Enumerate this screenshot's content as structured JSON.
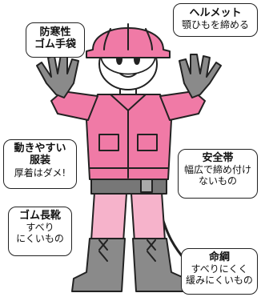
{
  "labels": {
    "gloves": {
      "line1": "防寒性",
      "line2": "ゴム手袋"
    },
    "helmet": {
      "title": "ヘルメット",
      "note": "顎ひもを締める"
    },
    "clothing": {
      "title1": "動きやすい",
      "title2": "服装",
      "note": "厚着はダメ!"
    },
    "belt": {
      "title": "安全帯",
      "note1": "幅広で締め付け",
      "note2": "ないもの"
    },
    "boots": {
      "title": "ゴム長靴",
      "note1": "すべり",
      "note2": "にくいもの"
    },
    "rope": {
      "title": "命綱",
      "note1": "すべりにくく",
      "note2": "緩みにくいもの"
    }
  },
  "colors": {
    "helmet": "#f07aa6",
    "jacket": "#f07aa6",
    "pants": "#f6b3cb",
    "gloves_boots": "#8a8a8a",
    "belt": "#777777",
    "outline": "#222222"
  }
}
